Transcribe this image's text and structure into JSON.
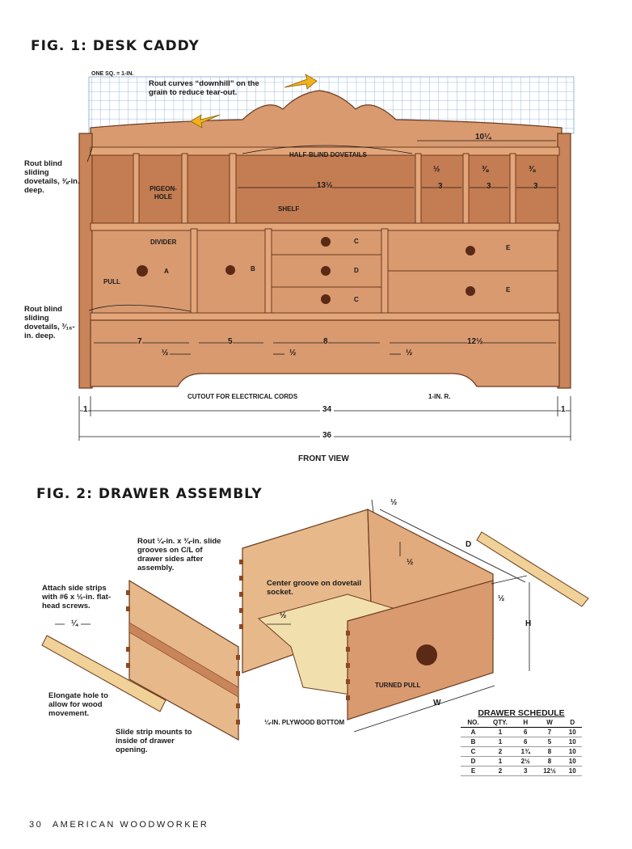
{
  "fig1": {
    "title": "FIG. 1: DESK CADDY",
    "grid_label": "ONE SQ. = 1-IN.",
    "notes": {
      "rout_curves": "Rout curves “downhill” on the grain to reduce tear-out.",
      "rout_blind_top": "Rout blind sliding dovetails, ⅜-in. deep.",
      "rout_blind_bottom": "Rout blind sliding dovetails, ³⁄₁₆-in. deep.",
      "half_blind": "HALF-BLIND DOVETAILS",
      "pigeonhole": "PIGEON-HOLE",
      "shelf": "SHELF",
      "divider": "DIVIDER",
      "pull": "PULL",
      "cutout": "CUTOUT FOR ELECTRICAL CORDS",
      "radius": "1-IN. R.",
      "view": "FRONT VIEW"
    },
    "dims": {
      "d10_25": "10¼",
      "d13_5": "13½",
      "half": "½",
      "three_eighths": "⅜",
      "three": "3",
      "seven": "7",
      "five": "5",
      "eight": "8",
      "d12_5": "12½",
      "one": "1",
      "thirtyfour": "34",
      "thirtysix": "36"
    },
    "drawer_letters": {
      "A": "A",
      "B": "B",
      "C": "C",
      "D": "D",
      "E": "E"
    }
  },
  "fig2": {
    "title": "FIG. 2: DRAWER ASSEMBLY",
    "notes": {
      "rout_grooves": "Rout ¼-in. x ¾-in. slide grooves on C/L of drawer sides after assembly.",
      "attach_strips": "Attach side strips with #6 x ½-in. flat-head screws.",
      "center_groove": "Center groove on dovetail socket.",
      "elongate": "Elongate hole to allow for wood movement.",
      "slide_strip": "Slide strip mounts to inside of drawer opening.",
      "bottom": "¼-IN. PLYWOOD BOTTOM",
      "turned_pull": "TURNED PULL"
    },
    "dims": {
      "half": "½",
      "quarter": "¼",
      "D": "D",
      "H": "H",
      "W": "W"
    }
  },
  "schedule": {
    "title": "DRAWER SCHEDULE",
    "columns": [
      "NO.",
      "QTY.",
      "H",
      "W",
      "D"
    ],
    "rows": [
      [
        "A",
        "1",
        "6",
        "7",
        "10"
      ],
      [
        "B",
        "1",
        "6",
        "5",
        "10"
      ],
      [
        "C",
        "2",
        "1¾",
        "8",
        "10"
      ],
      [
        "D",
        "1",
        "2½",
        "8",
        "10"
      ],
      [
        "E",
        "2",
        "3",
        "12½",
        "10"
      ]
    ]
  },
  "footer": {
    "page": "30",
    "magazine": "AMERICAN WOODWORKER"
  },
  "colors": {
    "wood": "#d99a70",
    "wood_dark": "#b9714a",
    "wood_light": "#e9b98f",
    "grid": "#7fa6d6",
    "arrow": "#f2b01e",
    "knob": "#5a2a16",
    "ply": "#f2dfae"
  }
}
